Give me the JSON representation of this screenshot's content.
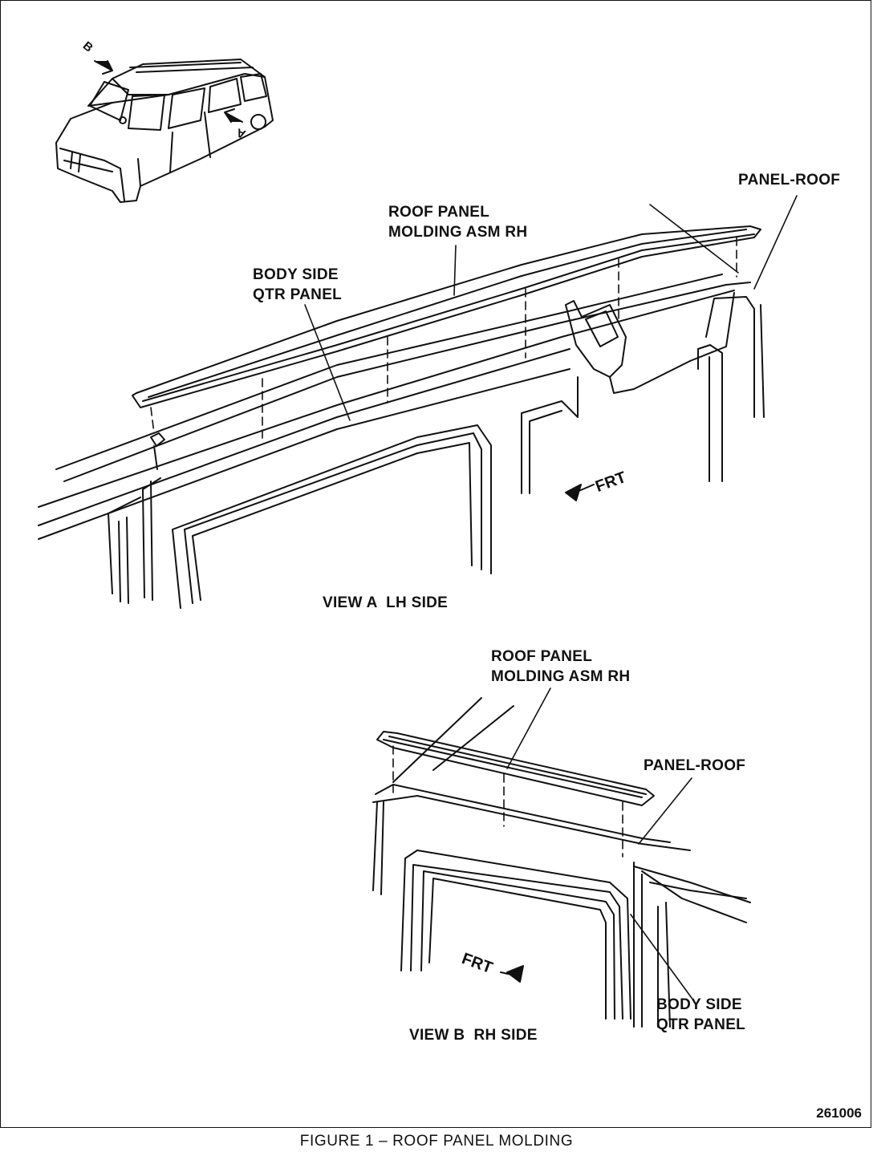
{
  "labels": {
    "view_a_molding": [
      "ROOF PANEL",
      "MOLDING ASM RH"
    ],
    "view_a_qtr": [
      "BODY SIDE",
      "QTR PANEL"
    ],
    "view_a_panel_roof": "PANEL-ROOF",
    "view_a_frt": "FRT",
    "view_a_title": "VIEW A  LH SIDE",
    "view_b_molding": [
      "ROOF PANEL",
      "MOLDING ASM RH"
    ],
    "view_b_panel_roof": "PANEL-ROOF",
    "view_b_qtr": [
      "BODY SIDE",
      "QTR PANEL"
    ],
    "view_b_frt": "FRT",
    "view_b_title": "VIEW B  RH SIDE",
    "key_a": "A",
    "key_b": "B"
  },
  "figure_number": "261006",
  "caption": "FIGURE 1 – ROOF PANEL MOLDING"
}
